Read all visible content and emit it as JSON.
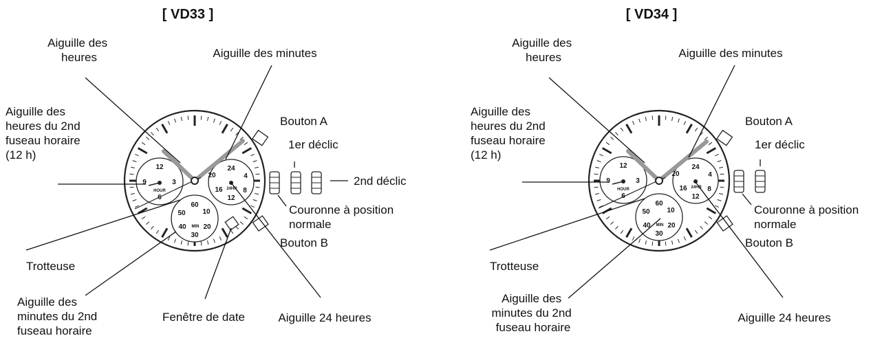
{
  "vd33": {
    "title": "[ VD33 ]",
    "hour_hand_label": [
      "Aiguille des",
      "heures"
    ],
    "minute_hand_label": "Aiguille des minutes",
    "gmt_hour_hand_label": [
      "Aiguille des",
      "heures du 2nd",
      "fuseau horaire",
      "(12 h)"
    ],
    "button_a": "Bouton A",
    "first_click": "1er déclic",
    "second_click": "2nd déclic",
    "crown_normal": [
      "Couronne à position",
      "normale"
    ],
    "button_b": "Bouton B",
    "second_hand_label": "Trotteuse",
    "gmt_minute_hand_label": [
      "Aiguille des",
      "minutes du 2nd",
      "fuseau horaire"
    ],
    "date_window_label": "Fenêtre de date",
    "hand24_label": "Aiguille 24 heures"
  },
  "vd34": {
    "title": "[ VD34 ]",
    "hour_hand_label": [
      "Aiguille des",
      "heures"
    ],
    "minute_hand_label": "Aiguille des minutes",
    "gmt_hour_hand_label": [
      "Aiguille des",
      "heures du 2nd",
      "fuseau horaire",
      "(12 h)"
    ],
    "button_a": "Bouton A",
    "first_click": "1er déclic",
    "crown_normal": [
      "Couronne à position",
      "normale"
    ],
    "button_b": "Bouton B",
    "second_hand_label": "Trotteuse",
    "gmt_minute_hand_label": [
      "Aiguille des",
      "minutes du 2nd",
      "fuseau horaire"
    ],
    "hand24_label": "Aiguille 24 heures"
  },
  "dial": {
    "left_sub": [
      "12",
      "9",
      "3",
      "6",
      "HOUR"
    ],
    "right_sub": [
      "24",
      "4",
      "16",
      "8",
      "12",
      "24HR"
    ],
    "bottom_sub": [
      "60",
      "10",
      "50",
      "20",
      "40",
      "30",
      "MIN"
    ],
    "outer_num": "20"
  }
}
